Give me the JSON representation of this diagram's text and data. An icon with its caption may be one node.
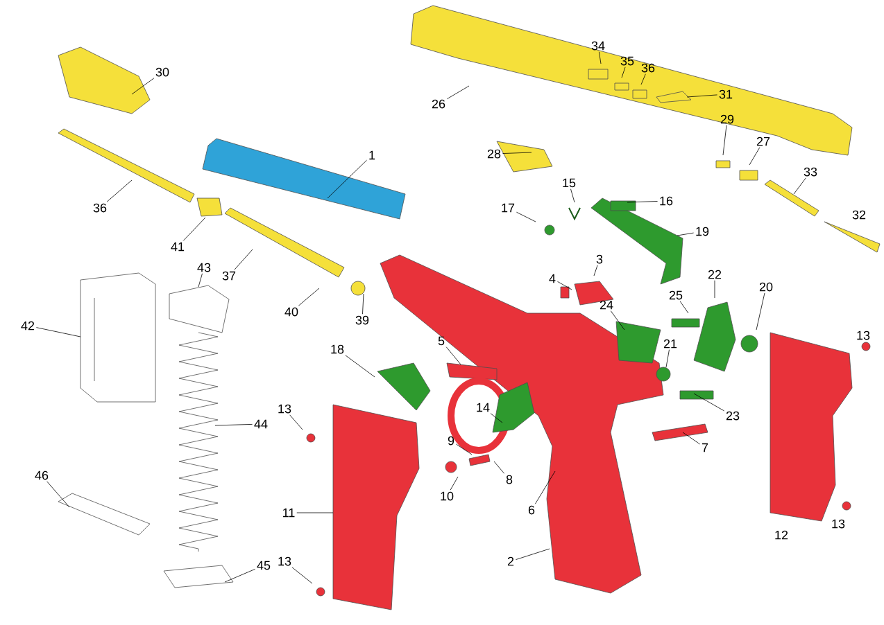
{
  "diagram": {
    "nodes": [
      {
        "text": [
          "34"
        ]
      },
      {
        "text": [
          "35"
        ]
      },
      {
        "text": [
          "36"
        ]
      },
      {
        "text": [
          "30"
        ]
      },
      {
        "text": [
          "31"
        ]
      },
      {
        "text": [
          "26"
        ]
      },
      {
        "text": [
          "29"
        ]
      },
      {
        "text": [
          "27"
        ]
      },
      {
        "text": [
          "28"
        ]
      },
      {
        "text": [
          "1"
        ]
      },
      {
        "text": [
          "33"
        ]
      },
      {
        "text": [
          "15"
        ]
      },
      {
        "text": [
          "16"
        ]
      },
      {
        "text": [
          "17"
        ]
      },
      {
        "text": [
          "36"
        ]
      },
      {
        "text": [
          "32"
        ]
      },
      {
        "text": [
          "19"
        ]
      },
      {
        "text": [
          "41"
        ]
      },
      {
        "text": [
          "3"
        ]
      },
      {
        "text": [
          "37"
        ]
      },
      {
        "text": [
          "43"
        ]
      },
      {
        "text": [
          "22"
        ]
      },
      {
        "text": [
          "4"
        ]
      },
      {
        "text": [
          "20"
        ]
      },
      {
        "text": [
          "25"
        ]
      },
      {
        "text": [
          "24"
        ]
      },
      {
        "text": [
          "40"
        ]
      },
      {
        "text": [
          "39"
        ]
      },
      {
        "text": [
          "42"
        ]
      },
      {
        "text": [
          "13"
        ]
      },
      {
        "text": [
          "21"
        ]
      },
      {
        "text": [
          "18"
        ]
      },
      {
        "text": [
          "5"
        ]
      },
      {
        "text": [
          "13"
        ]
      },
      {
        "text": [
          "14"
        ]
      },
      {
        "text": [
          "23"
        ]
      },
      {
        "text": [
          "44"
        ]
      },
      {
        "text": [
          "9"
        ]
      },
      {
        "text": [
          "7"
        ]
      },
      {
        "text": [
          "46"
        ]
      },
      {
        "text": [
          "8"
        ]
      },
      {
        "text": [
          "10"
        ]
      },
      {
        "text": [
          "6"
        ]
      },
      {
        "text": [
          "11"
        ]
      },
      {
        "text": [
          "13"
        ]
      },
      {
        "text": [
          "12"
        ]
      },
      {
        "text": [
          "2"
        ]
      },
      {
        "text": [
          "13"
        ]
      },
      {
        "text": [
          "45"
        ]
      }
    ],
    "edges": [
      {
        "from": 0,
        "to": null,
        "arrow": "none"
      },
      {
        "from": 1,
        "to": null,
        "arrow": "none"
      },
      {
        "from": 2,
        "to": null,
        "arrow": "none"
      },
      {
        "from": 3,
        "to": null,
        "arrow": "none"
      },
      {
        "from": 4,
        "to": null,
        "arrow": "none"
      },
      {
        "from": 5,
        "to": null,
        "arrow": "none"
      },
      {
        "from": 6,
        "to": null,
        "arrow": "none"
      },
      {
        "from": 7,
        "to": null,
        "arrow": "none"
      },
      {
        "from": 8,
        "to": null,
        "arrow": "none"
      },
      {
        "from": 9,
        "to": null,
        "arrow": "none"
      },
      {
        "from": 10,
        "to": null,
        "arrow": "none"
      },
      {
        "from": 11,
        "to": null,
        "arrow": "none"
      },
      {
        "from": 12,
        "to": null,
        "arrow": "none"
      },
      {
        "from": 13,
        "to": null,
        "arrow": "none"
      },
      {
        "from": 14,
        "to": null,
        "arrow": "none"
      },
      {
        "from": 16,
        "to": null,
        "arrow": "none"
      },
      {
        "from": 17,
        "to": null,
        "arrow": "none"
      },
      {
        "from": 18,
        "to": null,
        "arrow": "none"
      },
      {
        "from": 19,
        "to": null,
        "arrow": "none"
      },
      {
        "from": 20,
        "to": null,
        "arrow": "none"
      },
      {
        "from": 21,
        "to": null,
        "arrow": "none"
      },
      {
        "from": 22,
        "to": null,
        "arrow": "none"
      },
      {
        "from": 23,
        "to": null,
        "arrow": "none"
      },
      {
        "from": 24,
        "to": null,
        "arrow": "none"
      },
      {
        "from": 25,
        "to": null,
        "arrow": "none"
      },
      {
        "from": 26,
        "to": null,
        "arrow": "none"
      },
      {
        "from": 27,
        "to": null,
        "arrow": "none"
      },
      {
        "from": 28,
        "to": null,
        "arrow": "none"
      },
      {
        "from": 30,
        "to": null,
        "arrow": "none"
      },
      {
        "from": 31,
        "to": null,
        "arrow": "none"
      },
      {
        "from": 32,
        "to": null,
        "arrow": "none"
      },
      {
        "from": 33,
        "to": null,
        "arrow": "none"
      },
      {
        "from": 34,
        "to": null,
        "arrow": "none"
      },
      {
        "from": 35,
        "to": null,
        "arrow": "none"
      },
      {
        "from": 36,
        "to": null,
        "arrow": "none"
      },
      {
        "from": 37,
        "to": null,
        "arrow": "none"
      },
      {
        "from": 38,
        "to": null,
        "arrow": "none"
      },
      {
        "from": 39,
        "to": null,
        "arrow": "none"
      },
      {
        "from": 40,
        "to": null,
        "arrow": "none"
      },
      {
        "from": 41,
        "to": null,
        "arrow": "none"
      },
      {
        "from": 42,
        "to": null,
        "arrow": "none"
      },
      {
        "from": 43,
        "to": null,
        "arrow": "none"
      },
      {
        "from": 46,
        "to": null,
        "arrow": "none"
      },
      {
        "from": 47,
        "to": null,
        "arrow": "none"
      },
      {
        "from": 48,
        "to": null,
        "arrow": "none"
      }
    ]
  }
}
